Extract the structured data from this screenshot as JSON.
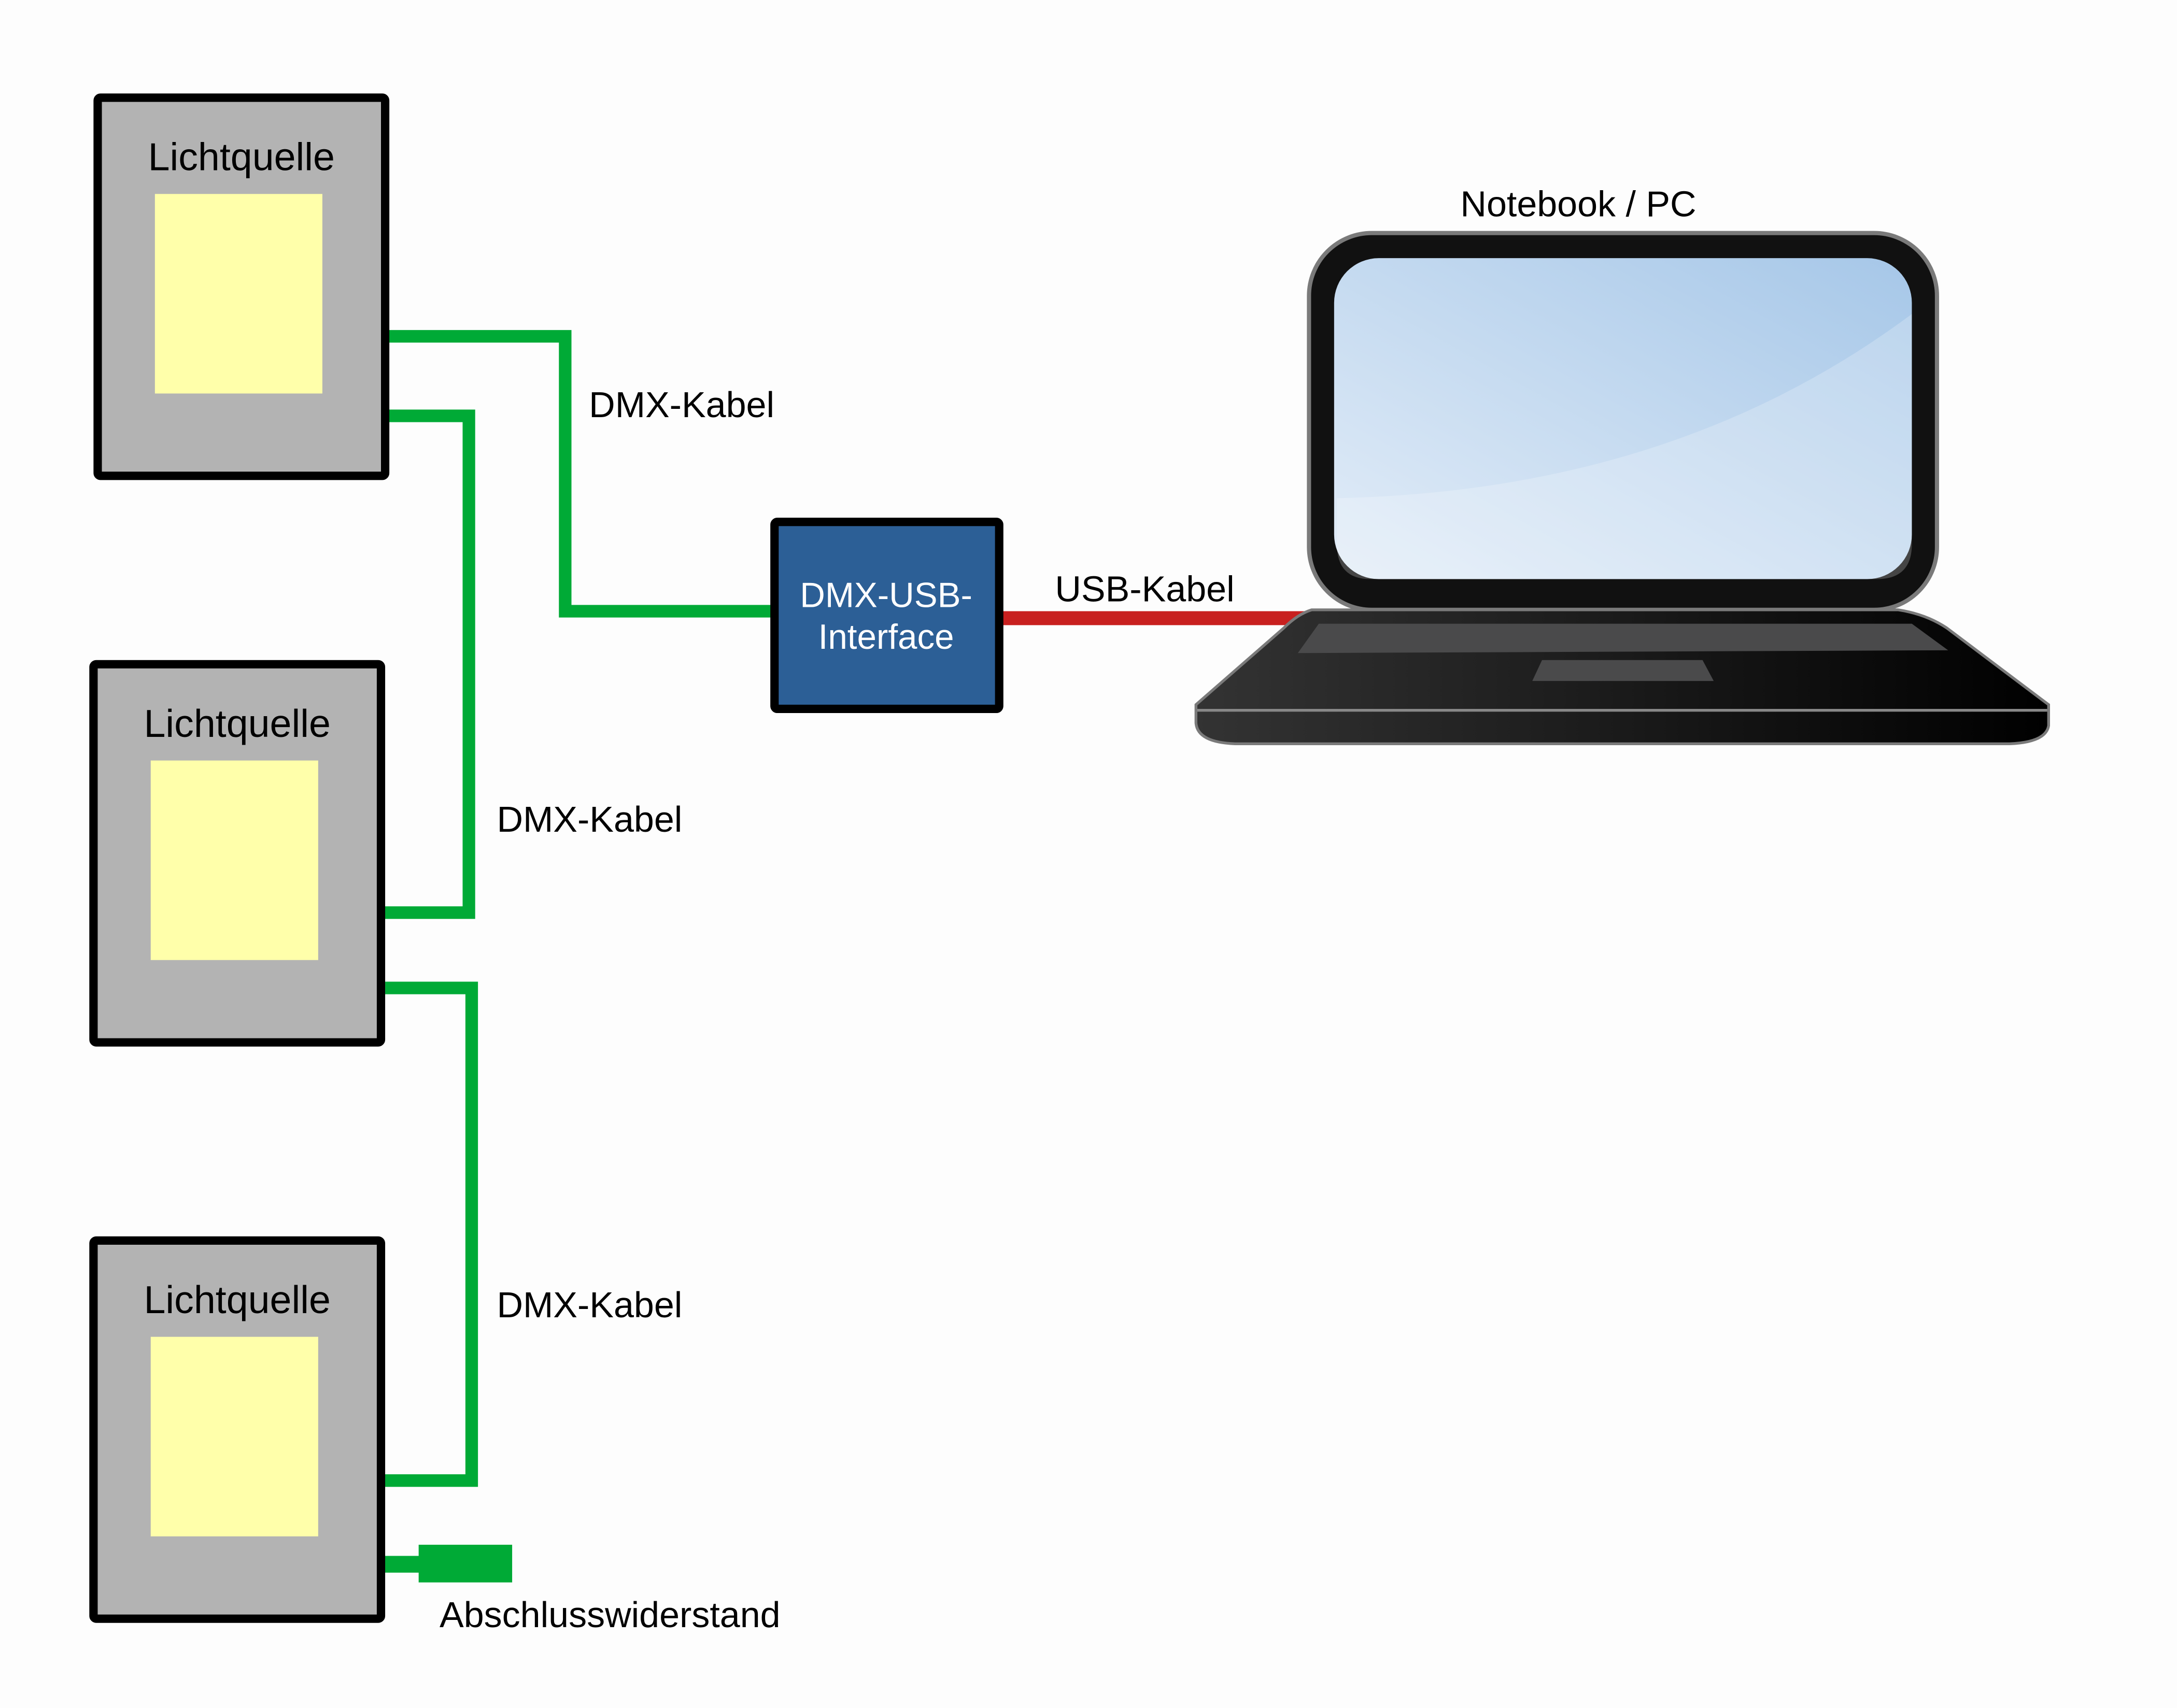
{
  "diagram": {
    "light_sources": [
      {
        "label": "Lichtquelle"
      },
      {
        "label": "Lichtquelle"
      },
      {
        "label": "Lichtquelle"
      }
    ],
    "interface": {
      "line1": "DMX-USB-",
      "line2": "Interface"
    },
    "computer": {
      "label": "Notebook / PC"
    },
    "cables": {
      "dmx_1": "DMX-Kabel",
      "dmx_2": "DMX-Kabel",
      "dmx_3": "DMX-Kabel",
      "usb": "USB-Kabel"
    },
    "terminator": {
      "label": "Abschlusswiderstand"
    },
    "colors": {
      "dmx_cable": "#00aa36",
      "usb_cable": "#c8201f",
      "interface_fill": "#2c5f96",
      "device_fill": "#b3b3b3",
      "lamp_fill": "#ffffaa"
    }
  }
}
